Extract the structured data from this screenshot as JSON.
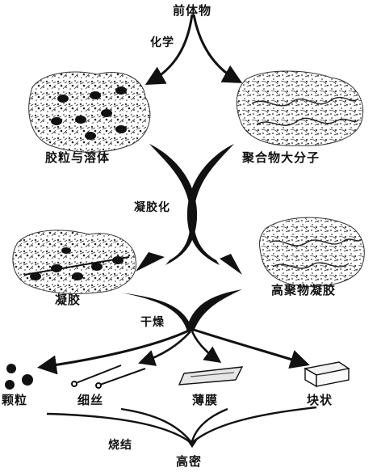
{
  "diagram": {
    "precursor": "前体物",
    "step_chemistry": "化学",
    "colloid_sol": "胶粒与溶体",
    "polymer_macromolecule": "聚合物大分子",
    "step_gelation": "凝胶化",
    "gel": "凝胶",
    "polymer_gel": "高聚物凝胶",
    "step_drying": "干燥",
    "product_particles": "颗粒",
    "product_fibers": "细丝",
    "product_film": "薄膜",
    "product_block": "块状",
    "step_sintering": "烧结",
    "final_ceramic": "高密",
    "colors": {
      "ink": "#111111",
      "texture": "#2a2a2a",
      "background": "#ffffff"
    }
  }
}
